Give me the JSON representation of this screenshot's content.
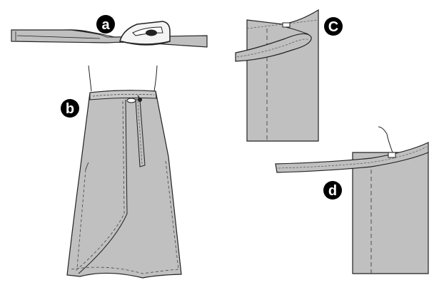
{
  "steps": [
    {
      "id": "a",
      "label": "a"
    },
    {
      "id": "b",
      "label": "b"
    },
    {
      "id": "c",
      "label": "C"
    },
    {
      "id": "d",
      "label": "d"
    }
  ],
  "colors": {
    "fabric": "#c0c0c0",
    "outline": "#222222",
    "stitch": "#444444",
    "badge": "#000000",
    "badge_text": "#ffffff",
    "background": "#ffffff"
  },
  "icons": [
    "iron-icon",
    "pin-icon",
    "thread-icon"
  ]
}
